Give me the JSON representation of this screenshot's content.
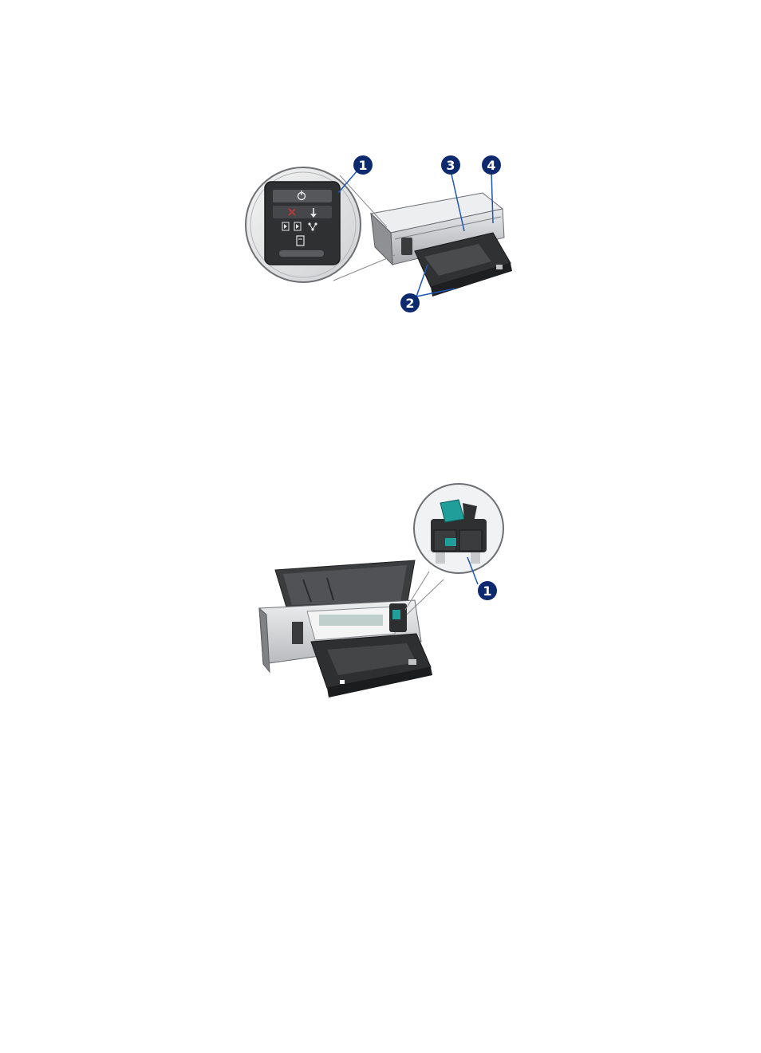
{
  "figure1": {
    "callouts": [
      "1",
      "2",
      "3",
      "4"
    ],
    "colors": {
      "callout": "#0e2a6e",
      "leader": "#1f55b4",
      "printer_body": "#c9cacc",
      "tray": "#2b2b2b"
    },
    "panel_icons": [
      "power-icon",
      "cancel-icon",
      "resume-icon",
      "print-cartridge-status-icon",
      "print-cartridge-status-icon",
      "network-icon",
      "report-page-icon"
    ]
  },
  "figure2": {
    "callouts": [
      "1"
    ],
    "colors": {
      "callout": "#0e2a6e",
      "cartridge_latch": "#1f9e9a",
      "printer_body": "#d5d6d8"
    }
  }
}
